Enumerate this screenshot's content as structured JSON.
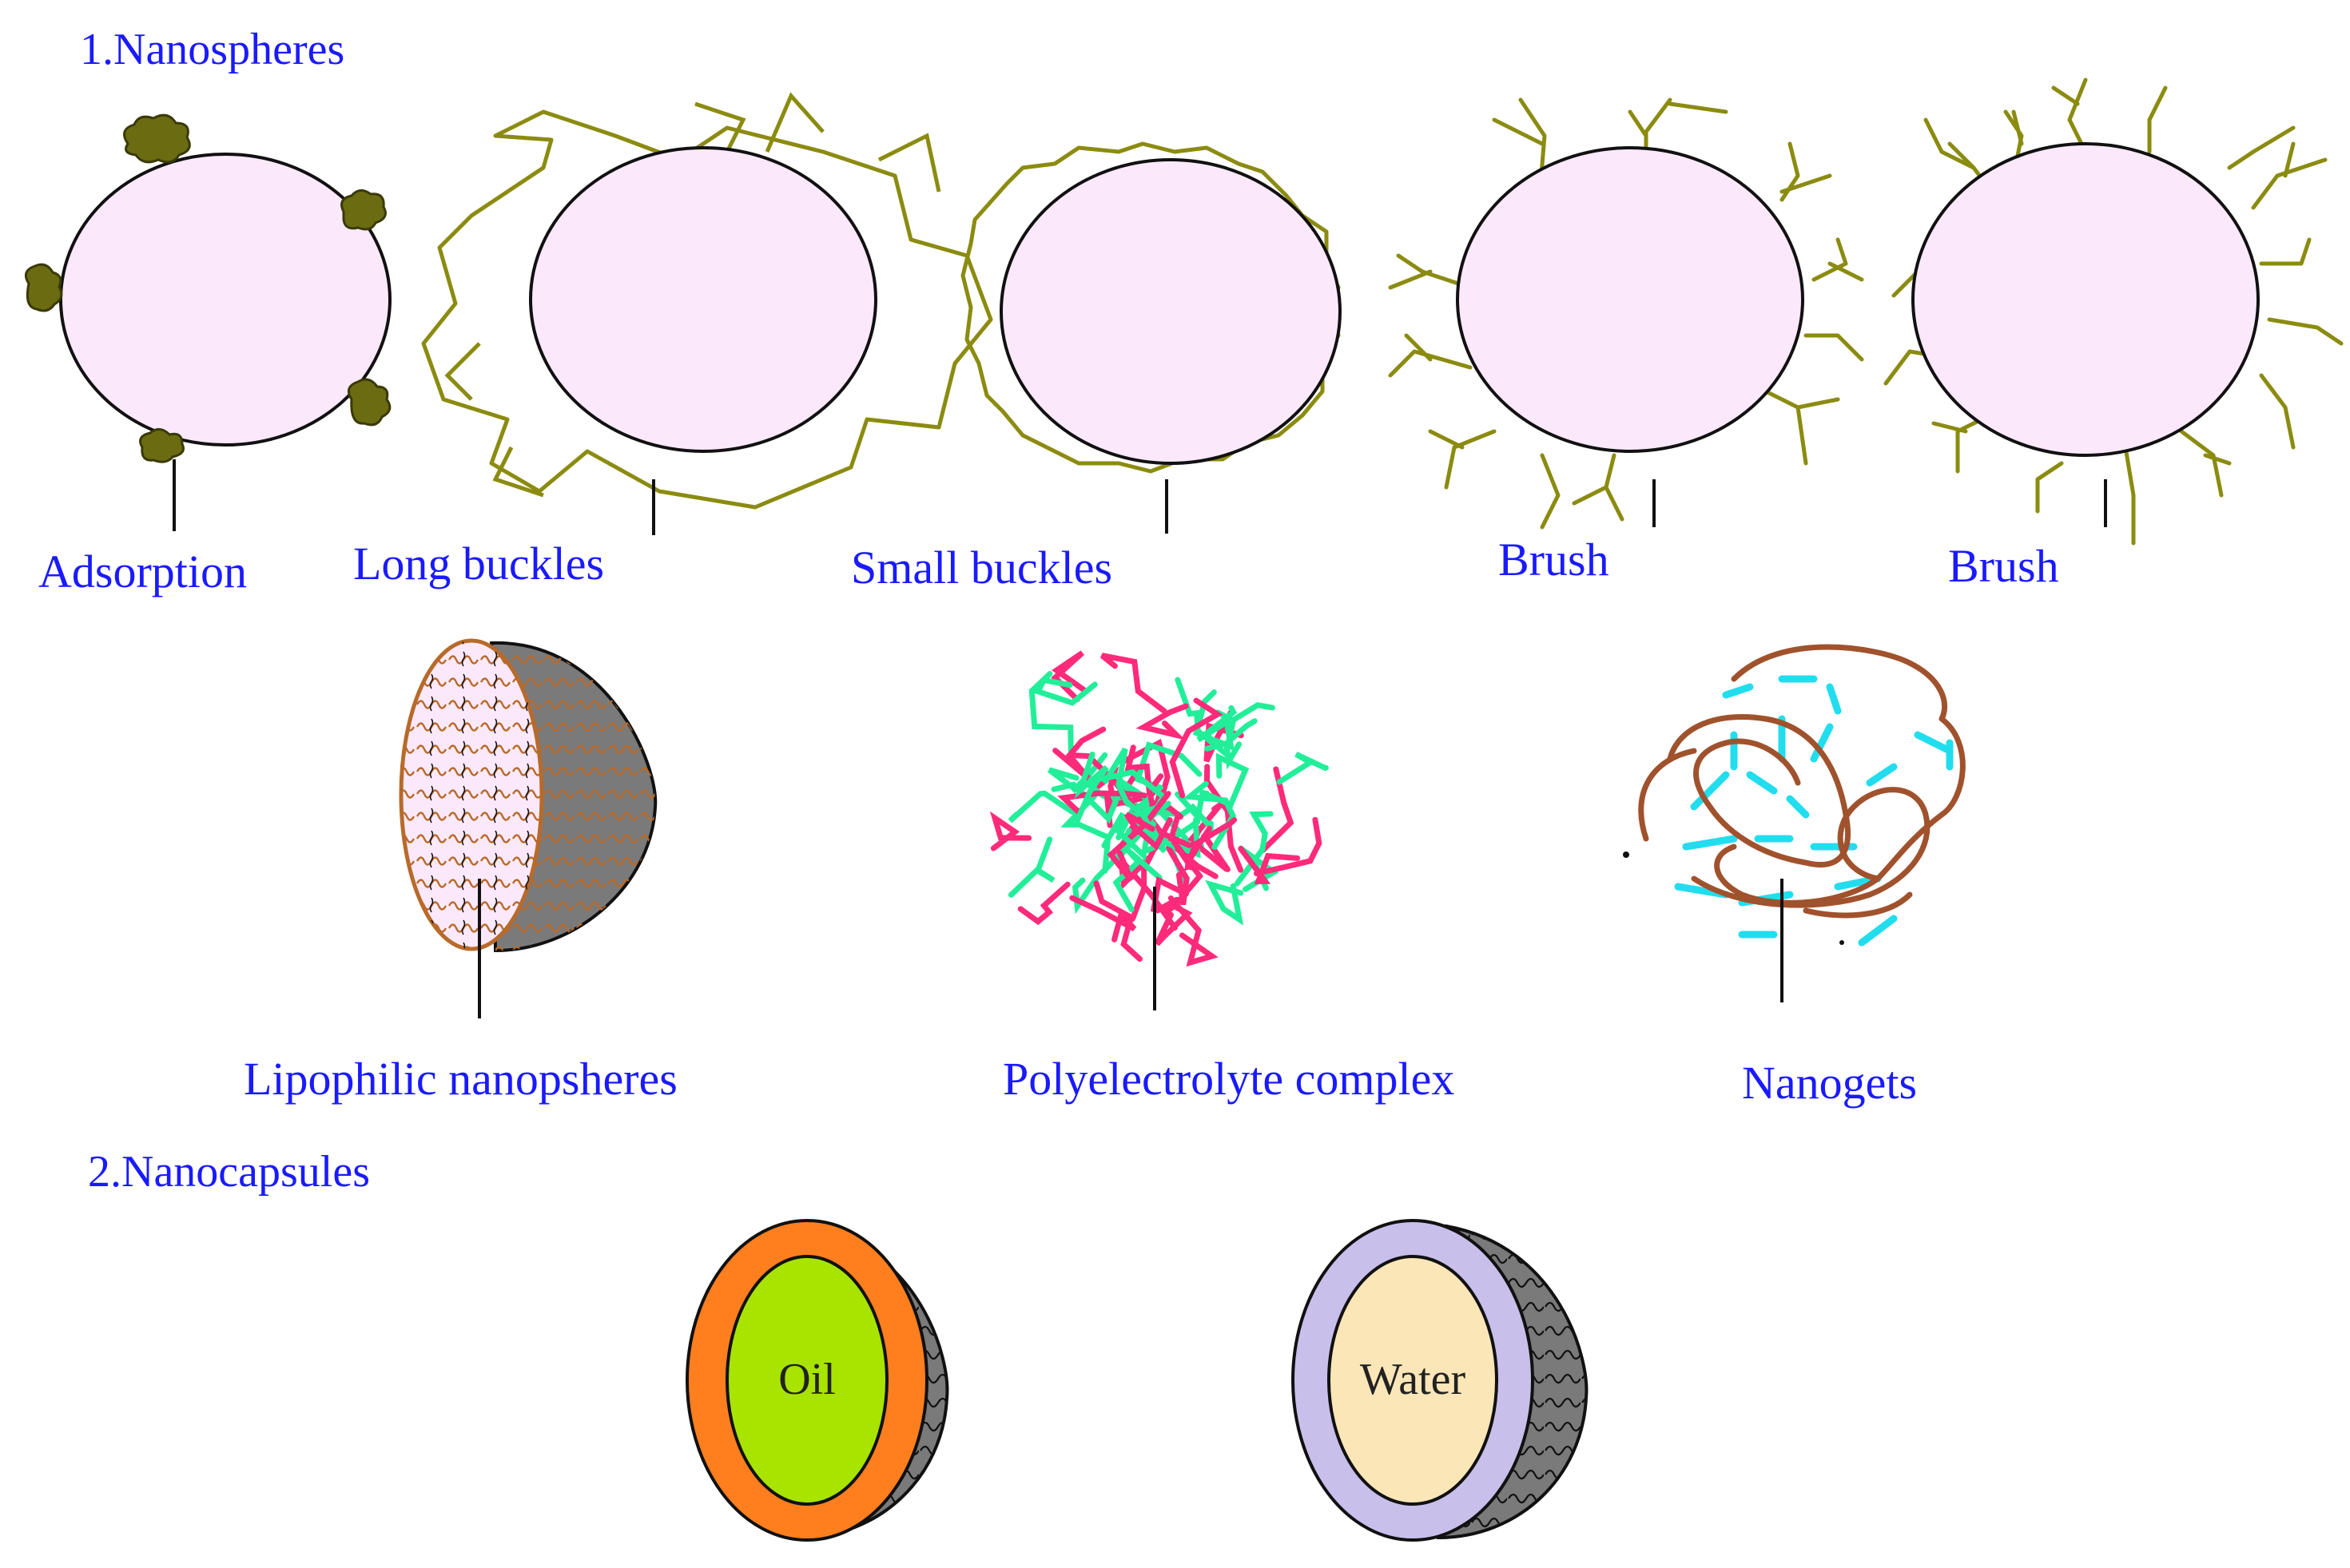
{
  "sections": {
    "nanospheres": "1.Nanospheres",
    "nanocapsules": "2.Nanocapsules"
  },
  "labels": {
    "adsorption": "Adsorption",
    "long_buckles": "Long buckles",
    "small_buckles": "Small buckles",
    "brush_1": "Brush",
    "brush_2": "Brush",
    "lipophilic": "Lipophilic nanopsheres",
    "polyelectrolyte": "Polyelectrolyte complex",
    "nanogels": "Nanogets",
    "oil": "Oil",
    "water": "Water"
  },
  "colors": {
    "label_text": "#1a1aff",
    "sphere_fill": "#fbe9fb",
    "polymer": "#8b8b10",
    "adsorbate": "#6b6b12",
    "lipophilic_chain": "#b86a2a",
    "shell_gray": "#7a7a7a",
    "pec_pink": "#ff2a7a",
    "pec_green": "#22ee99",
    "nanogel_brown": "#a0522d",
    "nanogel_cyan": "#22ddee",
    "oil_shell": "#ff7f1f",
    "oil_core": "#a8e400",
    "water_shell": "#c9bfeb",
    "water_core": "#fbe6b8"
  }
}
